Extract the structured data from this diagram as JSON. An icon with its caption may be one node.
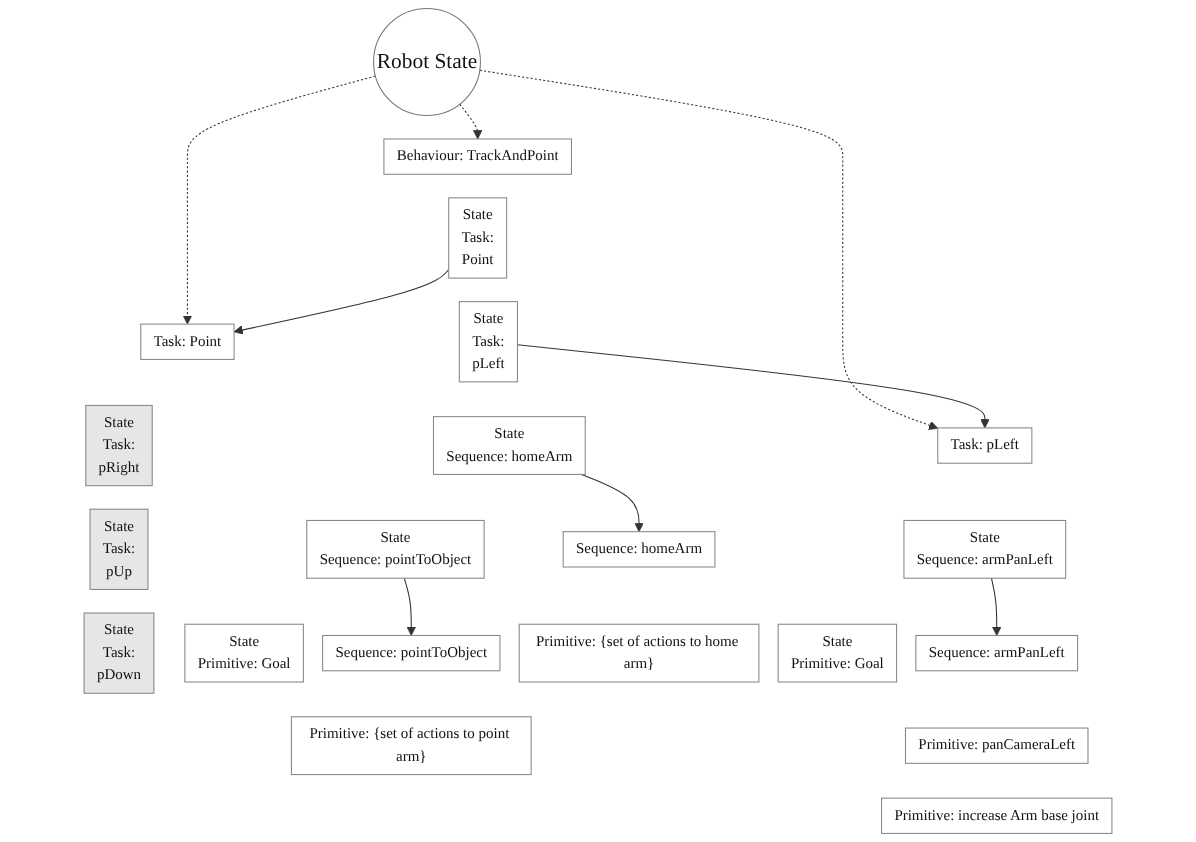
{
  "diagram": {
    "nodes": [
      {
        "text": [
          "Behaviour: TrackAndPoint"
        ]
      },
      {
        "text": [
          "State",
          "Task:",
          "Point"
        ]
      },
      {
        "text": [
          "State",
          "Task:",
          "pLeft"
        ]
      },
      {
        "text": [
          "State",
          "Task:",
          "pRight"
        ]
      },
      {
        "text": [
          "State",
          "Task:",
          "pUp"
        ]
      },
      {
        "text": [
          "State",
          "Task:",
          "pDown"
        ]
      },
      {
        "text": [
          "Robot State"
        ]
      },
      {
        "text": [
          "Task: Point"
        ]
      },
      {
        "text": [
          "State",
          "Sequence: homeArm"
        ]
      },
      {
        "text": [
          "State",
          "Sequence: pointToObject"
        ]
      },
      {
        "text": [
          "State",
          "Primitive: Goal"
        ]
      },
      {
        "text": [
          "Sequence: pointToObject"
        ]
      },
      {
        "text": [
          "Primitive: {set of actions to point arm}"
        ]
      },
      {
        "text": [
          "Sequence: homeArm"
        ]
      },
      {
        "text": [
          "Primitive: {set of actions to home arm}"
        ]
      },
      {
        "text": [
          "Task: pLeft"
        ]
      },
      {
        "text": [
          "State",
          "Sequence: armPanLeft"
        ]
      },
      {
        "text": [
          "State",
          "Primitive: Goal"
        ]
      },
      {
        "text": [
          "Sequence: armPanLeft"
        ]
      },
      {
        "text": [
          "Primitive: panCameraLeft"
        ]
      },
      {
        "text": [
          "Primitive: increase Arm base joint"
        ]
      }
    ],
    "edges": [
      {
        "from": 6,
        "to": 0,
        "arrow": "to",
        "style": "dashed"
      },
      {
        "from": 6,
        "to": 7,
        "arrow": "to",
        "style": "dashed"
      },
      {
        "from": 6,
        "to": 15,
        "arrow": "to",
        "style": "dashed"
      },
      {
        "from": 1,
        "to": 7,
        "arrow": "to"
      },
      {
        "from": 2,
        "to": 15,
        "arrow": "to"
      },
      {
        "from": 8,
        "to": 13,
        "arrow": "to"
      },
      {
        "from": 9,
        "to": 11,
        "arrow": "to"
      },
      {
        "from": 16,
        "to": 18,
        "arrow": "to"
      }
    ]
  }
}
